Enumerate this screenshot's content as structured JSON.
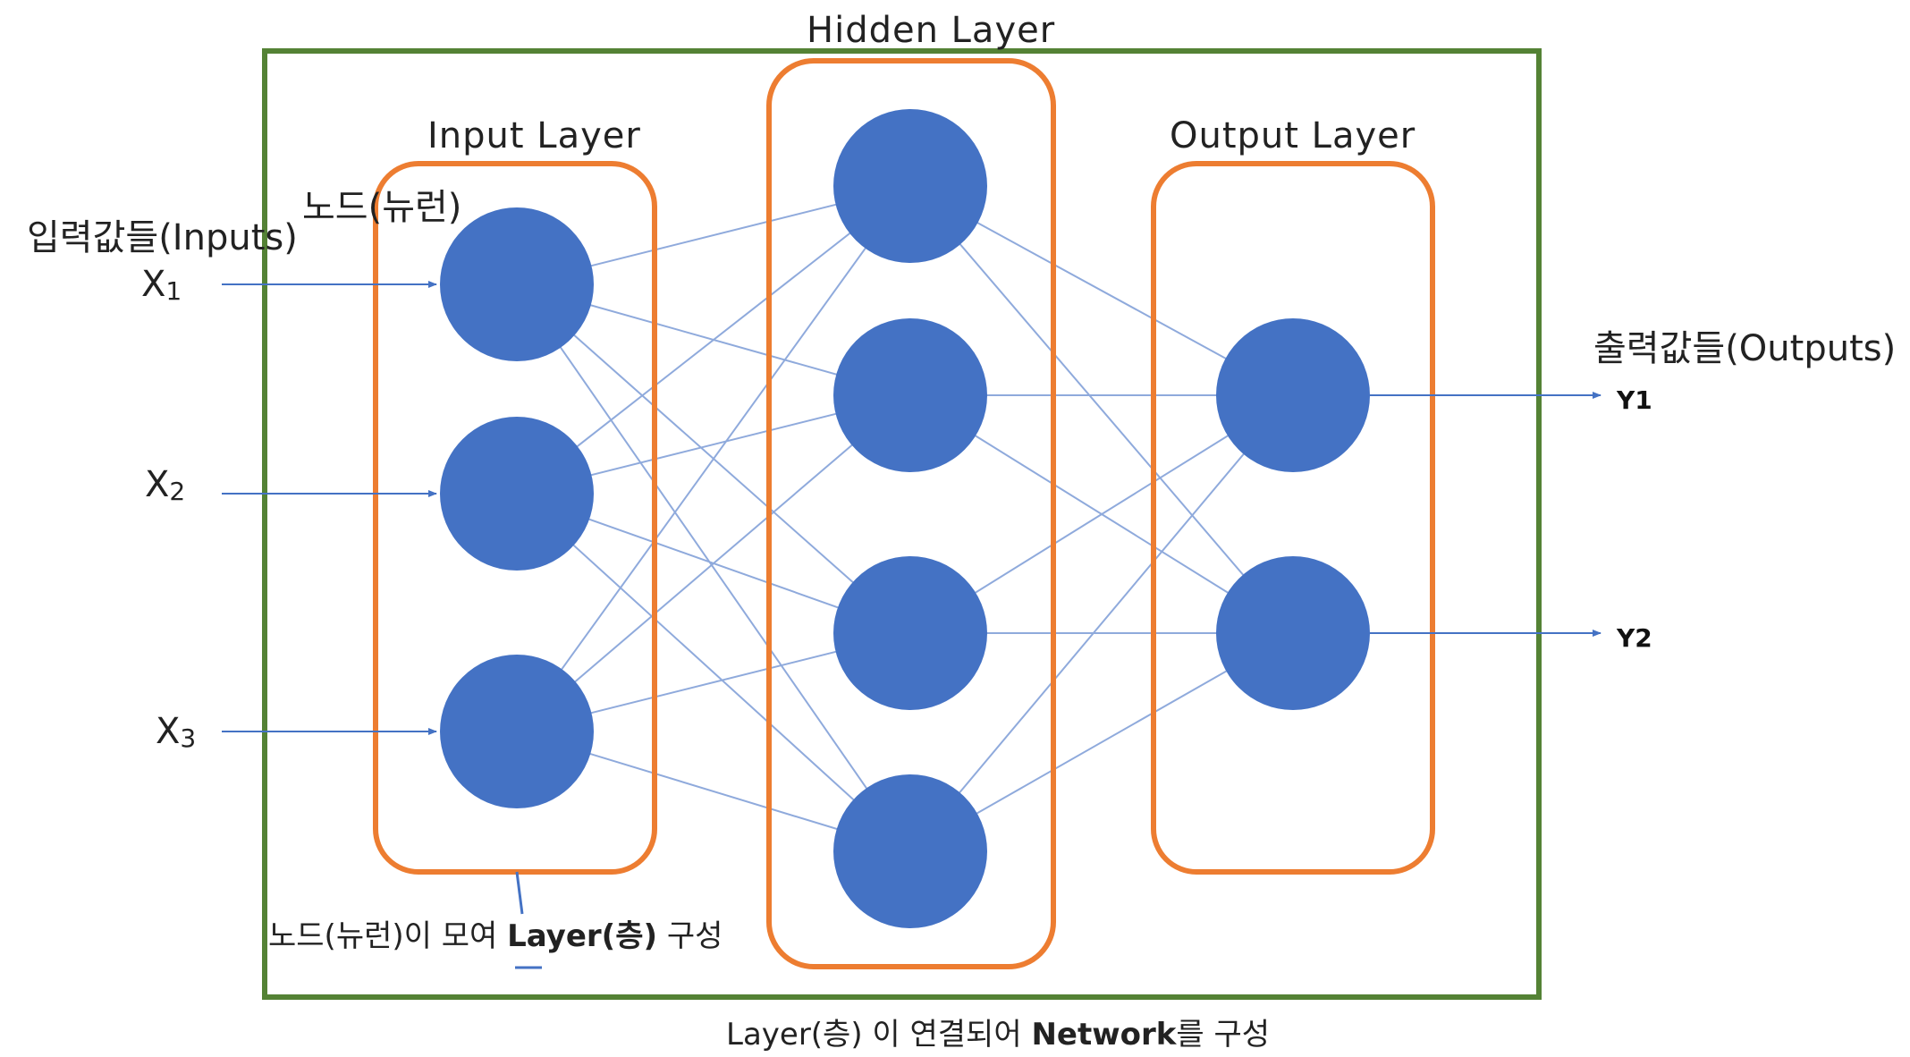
{
  "colors": {
    "network_border": "#548235",
    "layer_border": "#ED7D31",
    "node_fill": "#4472C4",
    "edge": "#8FAADC",
    "arrow": "#4472C4"
  },
  "labels": {
    "hidden_layer": "Hidden Layer",
    "input_layer": "Input Layer",
    "output_layer": "Output Layer",
    "node_neuron": "노드(뉴런)",
    "inputs": "입력값들(Inputs)",
    "outputs": "출력값들(Outputs)"
  },
  "inputs": [
    {
      "base": "X",
      "sub": "1"
    },
    {
      "base": "X",
      "sub": "2"
    },
    {
      "base": "X",
      "sub": "3"
    }
  ],
  "outputs": [
    "Y1",
    "Y2"
  ],
  "layers": {
    "input_nodes": 3,
    "hidden_nodes": 4,
    "output_nodes": 2
  },
  "captions": {
    "layer_pre": "노드(뉴런)이 모여 ",
    "layer_bold": "Layer(층)",
    "layer_post": " 구성",
    "network_pre": "Layer(층) 이 연결되어 ",
    "network_bold": "Network",
    "network_post": "를 구성"
  }
}
